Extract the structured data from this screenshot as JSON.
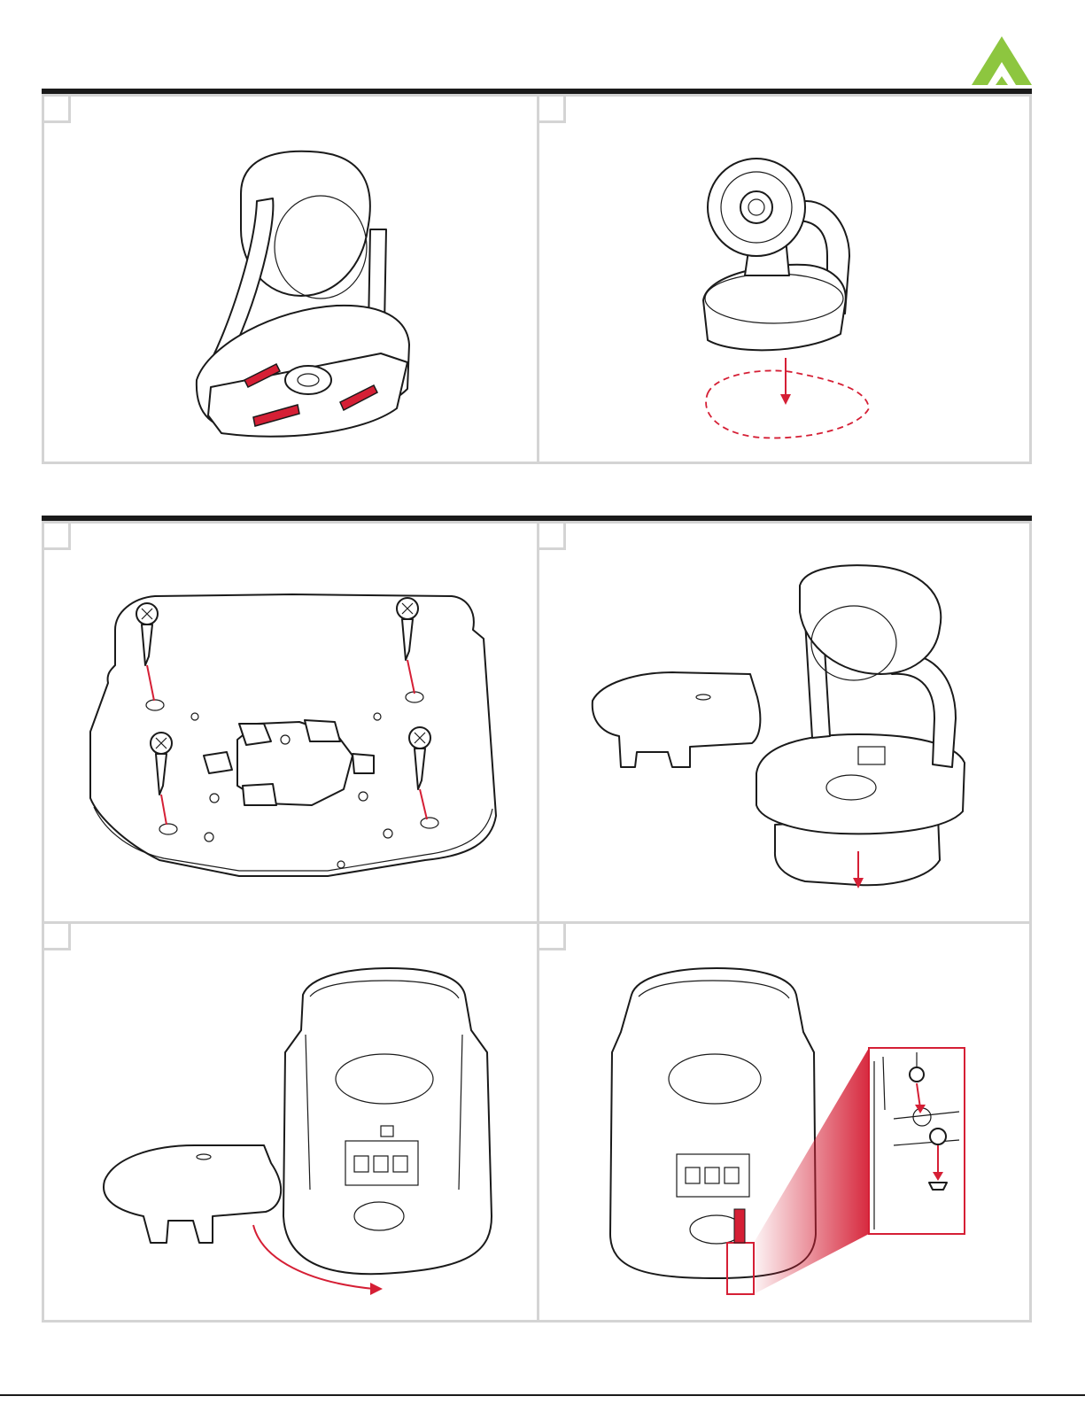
{
  "brand": {
    "logo_color": "#8dc63f"
  },
  "colors": {
    "accent_red": "#d51f35",
    "rule": "#1a1a1a",
    "panel_border": "#d4d4d4"
  },
  "figures": [
    {
      "icon": "camera-base-adhesive-strips-illustration"
    },
    {
      "icon": "camera-placement-illustration"
    },
    {
      "icon": "mounting-plate-screws-illustration"
    },
    {
      "icon": "camera-base-separation-illustration"
    },
    {
      "icon": "base-cover-removal-illustration"
    },
    {
      "icon": "mounting-screw-detail-illustration"
    }
  ]
}
